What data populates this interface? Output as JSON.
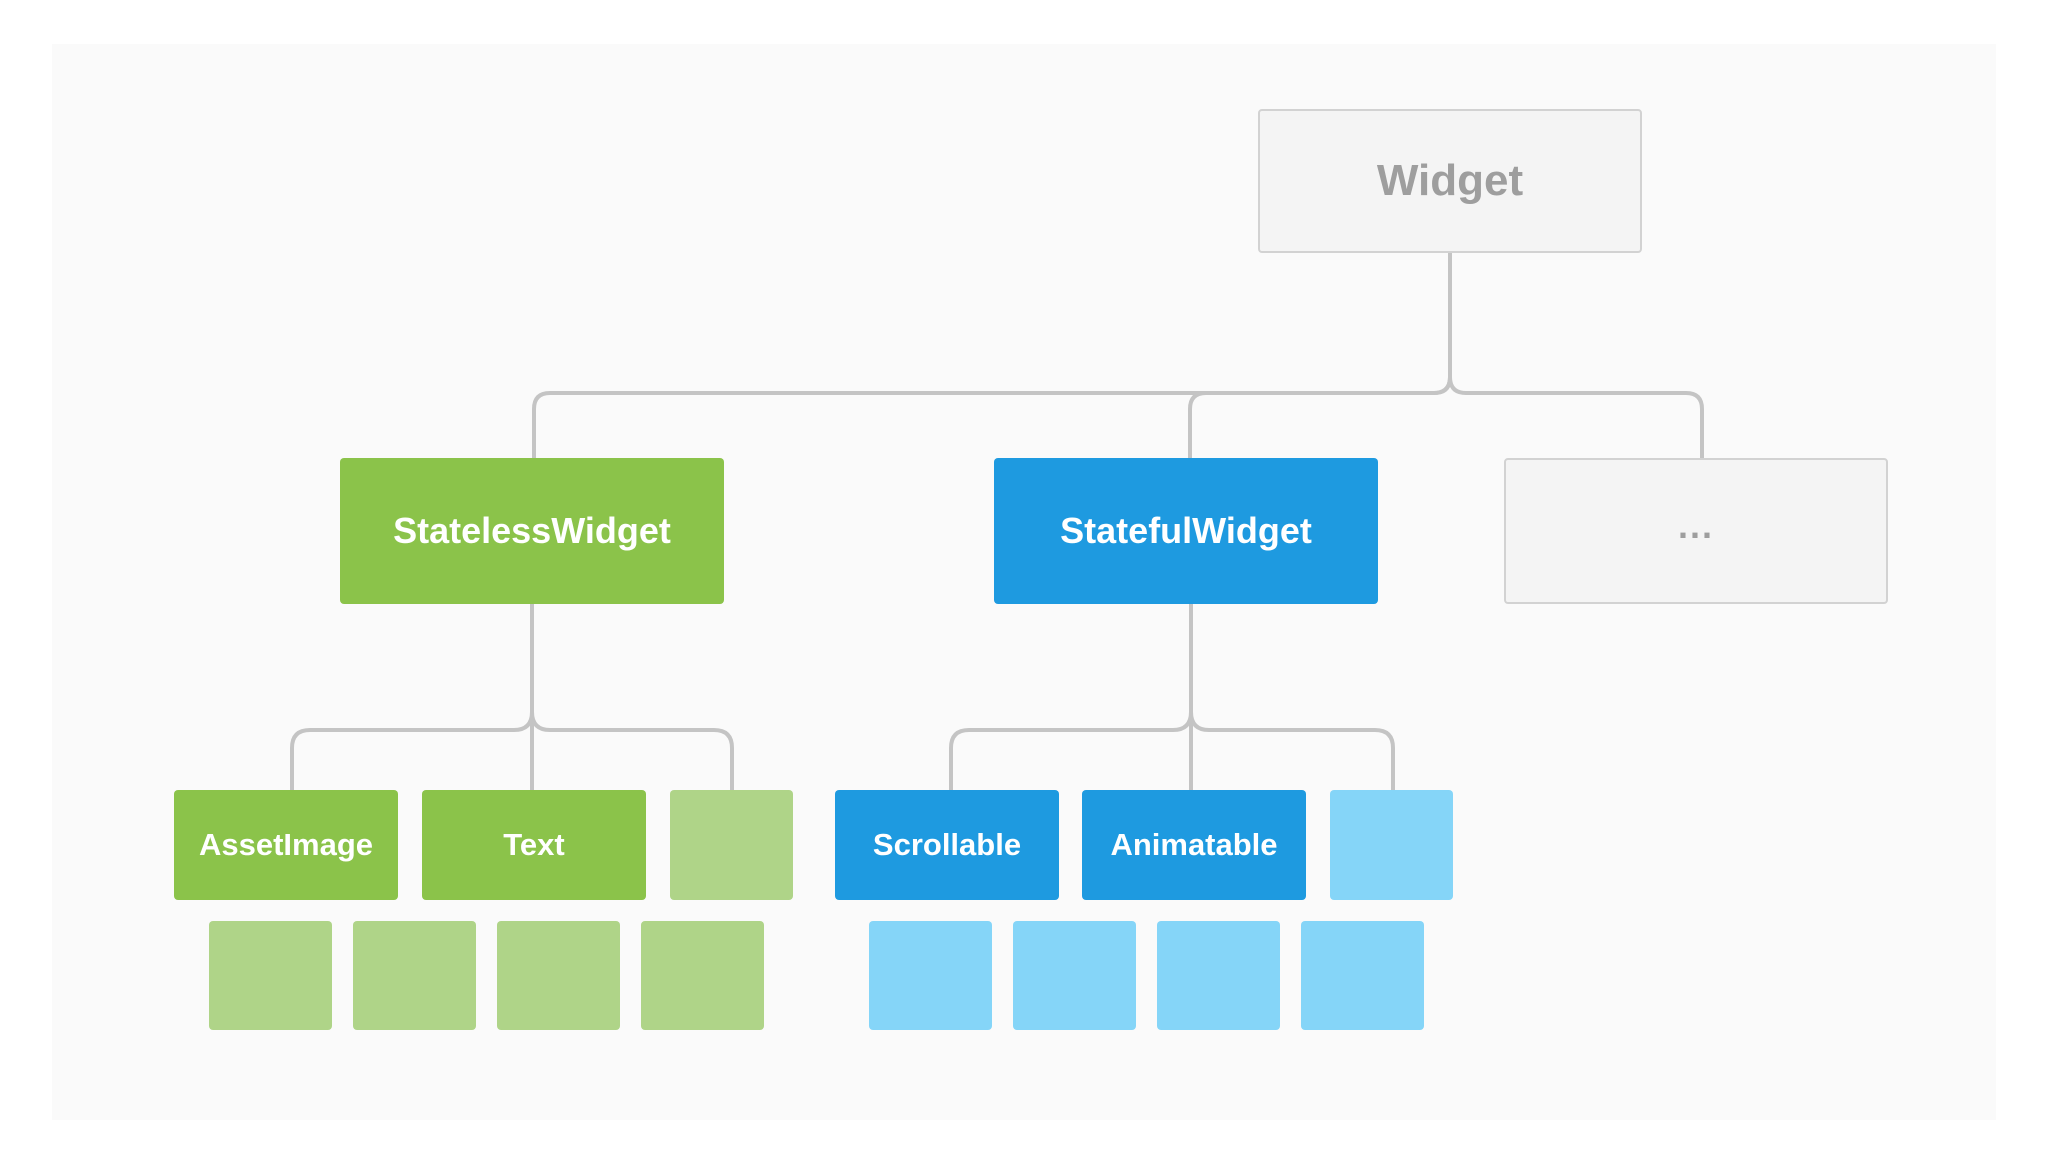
{
  "diagram": {
    "root": {
      "label": "Widget"
    },
    "children": [
      {
        "label": "StatelessWidget",
        "color": "#8bc34a",
        "children": [
          "AssetImage",
          "Text",
          ""
        ],
        "sub_boxes": 4
      },
      {
        "label": "StatefulWidget",
        "color": "#1e9ae0",
        "children": [
          "Scrollable",
          "Animatable",
          ""
        ],
        "sub_boxes": 4
      },
      {
        "label": "...",
        "color": "#f4f4f4"
      }
    ],
    "colors": {
      "connector": "#c4c4c4",
      "green_dark": "#8bc34a",
      "green_light": "#afd488",
      "blue_dark": "#1e9ae0",
      "blue_light": "#85d5f8",
      "neutral_fill": "#f4f4f4",
      "neutral_text": "#9e9e9e"
    }
  }
}
